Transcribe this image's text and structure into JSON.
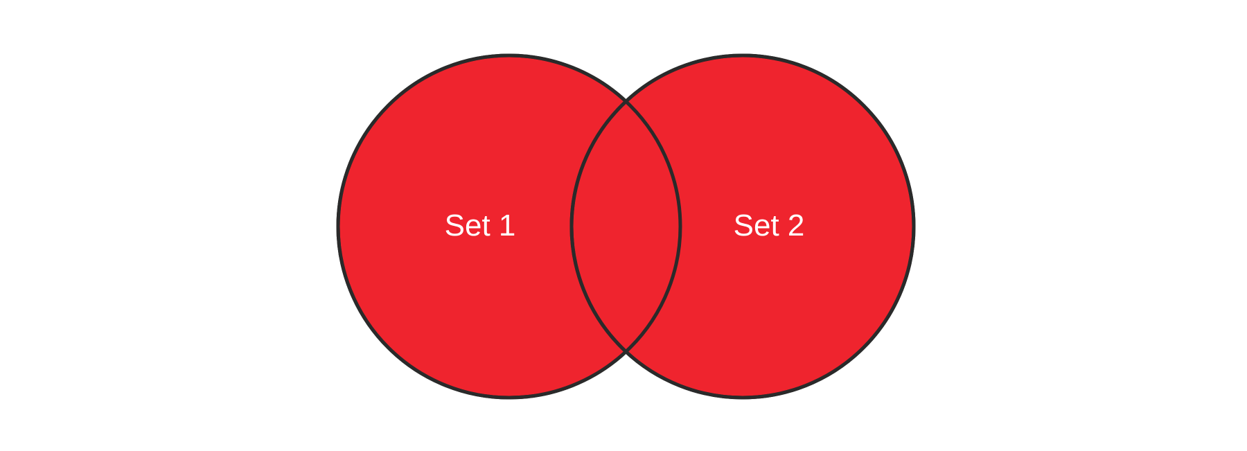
{
  "diagram": {
    "type": "venn",
    "fill_color": "#ef242e",
    "stroke_color": "#2a2a2a",
    "label_color": "#ffffff",
    "background_color": "#ffffff",
    "sets": [
      {
        "label": "Set 1"
      },
      {
        "label": "Set 2"
      }
    ]
  }
}
